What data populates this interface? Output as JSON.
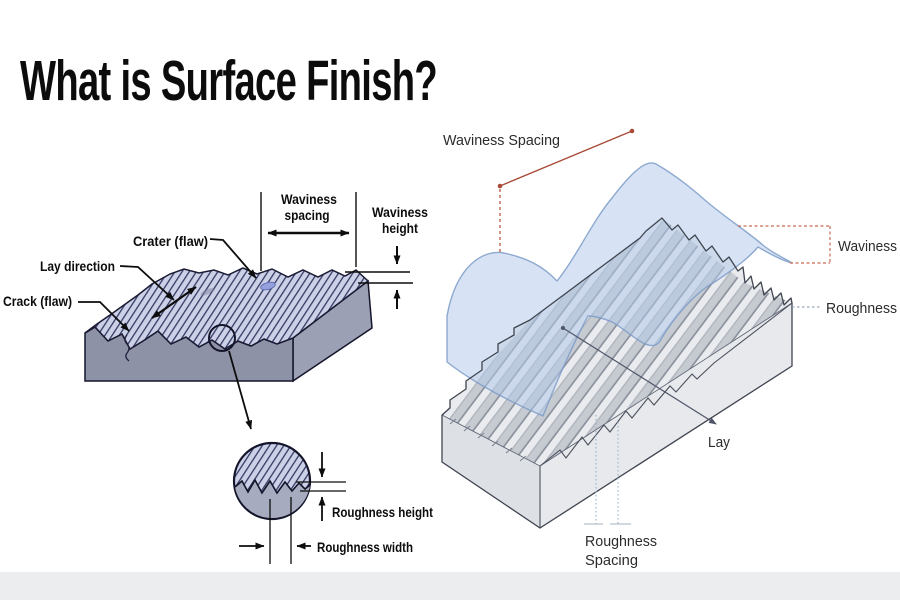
{
  "title": "What is Surface Finish?",
  "left_diagram": {
    "labels": {
      "waviness_spacing": [
        "Waviness",
        "spacing"
      ],
      "waviness_height": [
        "Waviness",
        "height"
      ],
      "crater": "Crater (flaw)",
      "lay_direction": "Lay direction",
      "crack": "Crack (flaw)",
      "roughness_height": "Roughness height",
      "roughness_width": "Roughness width"
    },
    "colors": {
      "surface_fill": "#ccd1e7",
      "hatch_line": "#343a63",
      "front_face": "#8e92a7",
      "side_face": "#9ba0b4",
      "zoom_circle_bottom": "#a6abc0",
      "crater_fill": "#93a0dd",
      "line": "#0d0d0d"
    }
  },
  "right_diagram": {
    "labels": {
      "waviness_spacing": "Waviness Spacing",
      "waviness": "Waviness",
      "roughness": "Roughness",
      "lay": "Lay",
      "roughness_spacing": [
        "Roughness",
        "Spacing"
      ]
    },
    "colors": {
      "block_light": "#e8eaed",
      "ridge_dark": "#c6cad1",
      "sheet_fill": "#b2c9ea",
      "sheet_edge": "#7e9cc8",
      "red_annotation": "#a84b38",
      "blue_dash": "#9fb3c8",
      "outline": "#3f4550"
    }
  }
}
